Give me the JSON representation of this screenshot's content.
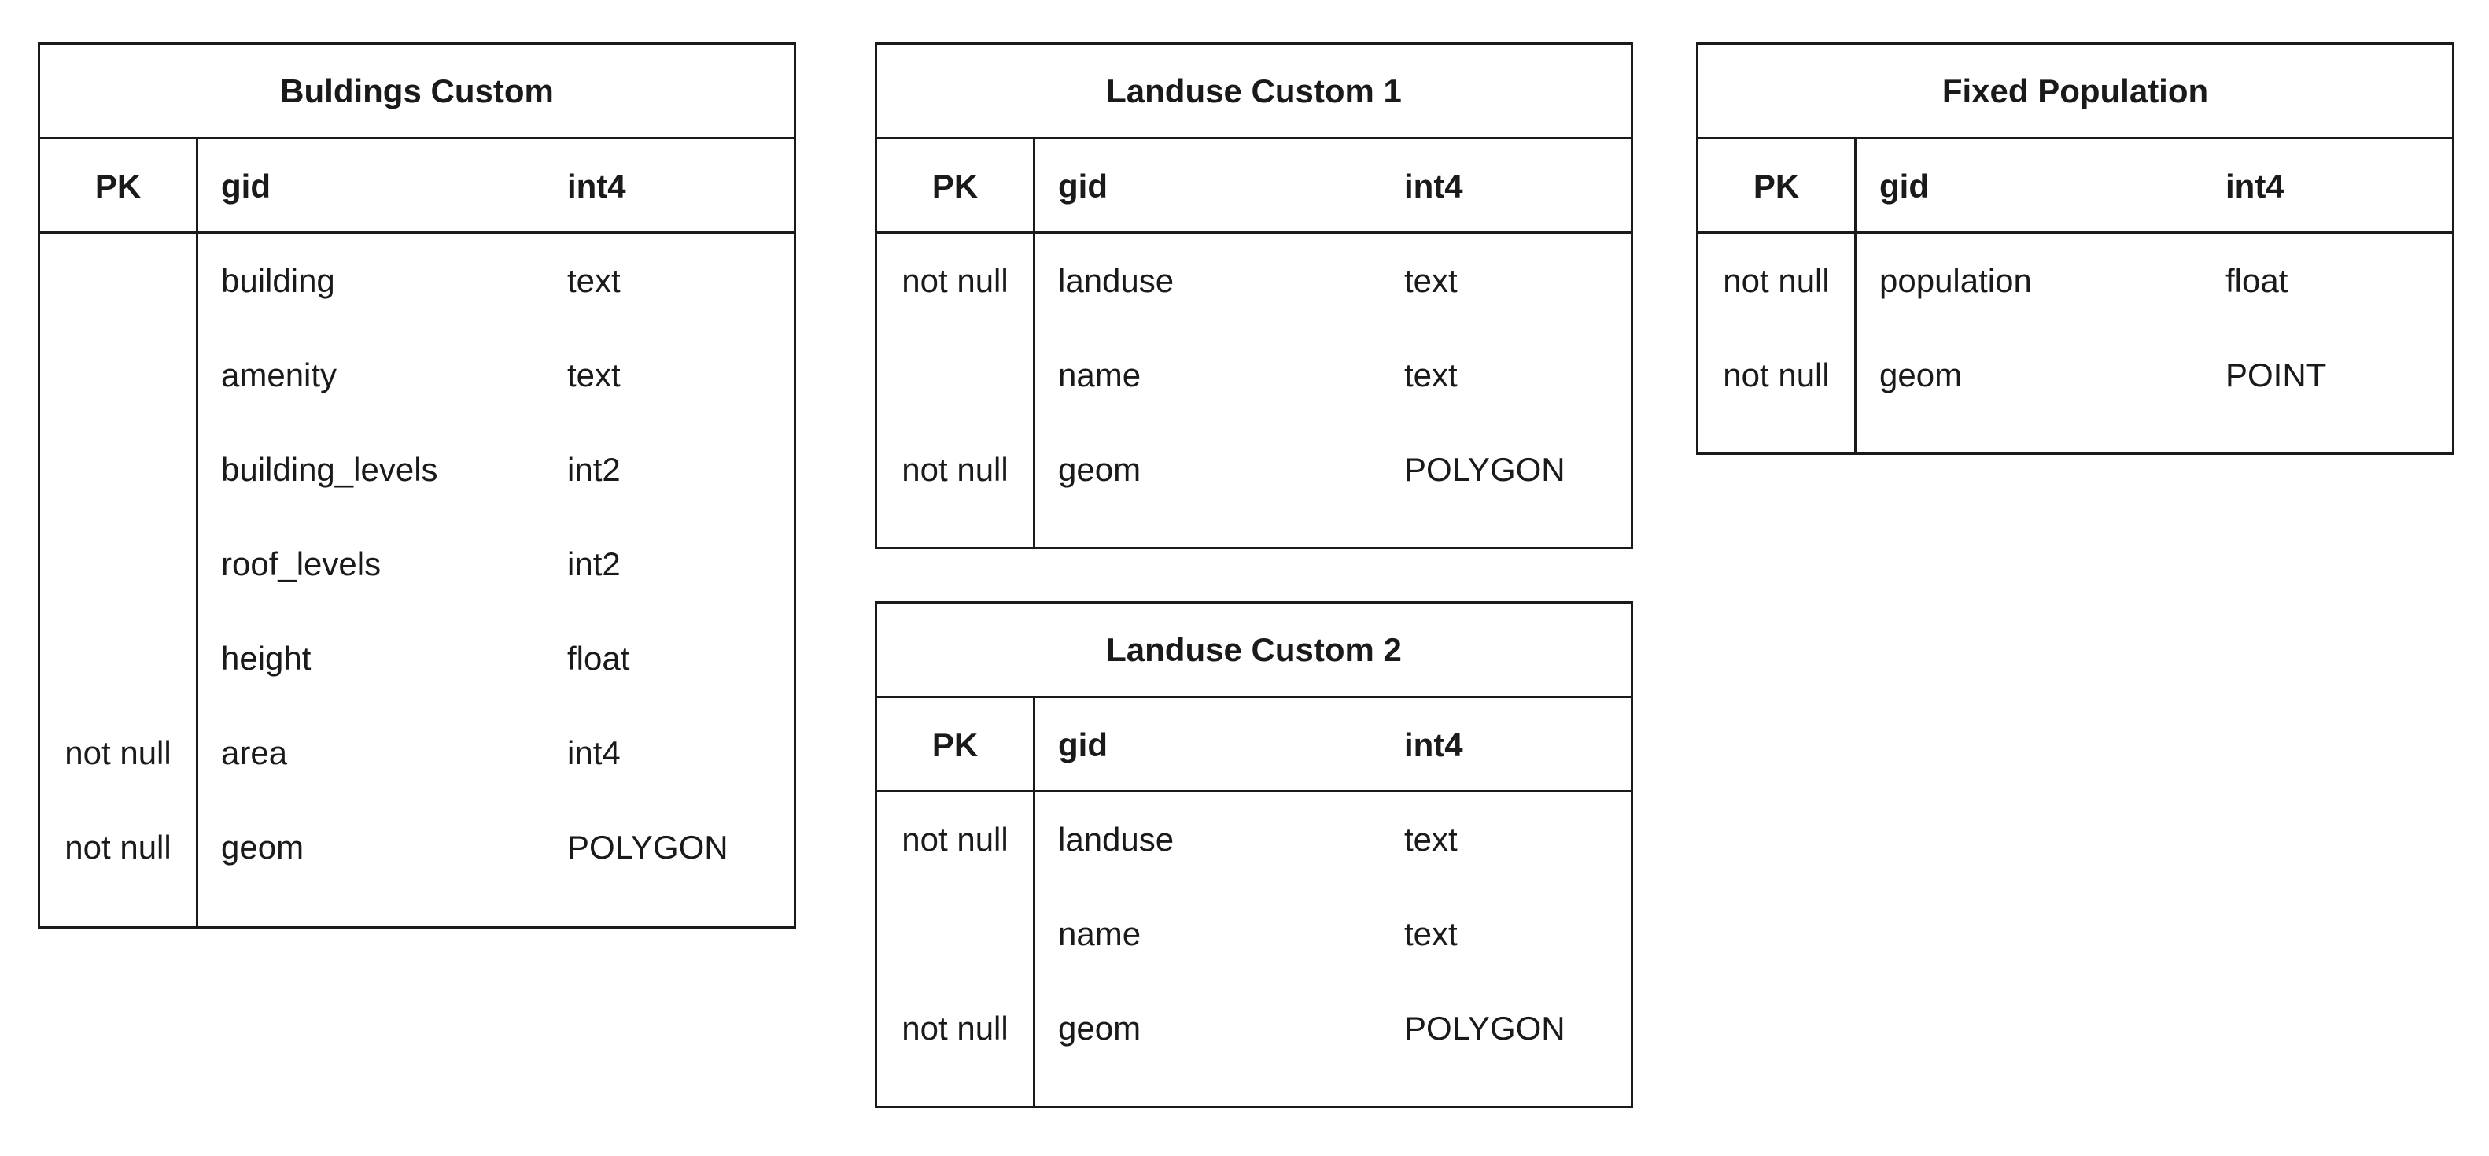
{
  "entities": [
    {
      "id": "buildings-custom",
      "title": "Buldings Custom",
      "pk": {
        "key": "PK",
        "name": "gid",
        "type": "int4"
      },
      "columns": [
        {
          "constraint": "",
          "name": "building",
          "type": "text"
        },
        {
          "constraint": "",
          "name": "amenity",
          "type": "text"
        },
        {
          "constraint": "",
          "name": "building_levels",
          "type": "int2"
        },
        {
          "constraint": "",
          "name": "roof_levels",
          "type": "int2"
        },
        {
          "constraint": "",
          "name": "height",
          "type": "float"
        },
        {
          "constraint": "not null",
          "name": "area",
          "type": "int4"
        },
        {
          "constraint": "not null",
          "name": "geom",
          "type": "POLYGON"
        }
      ]
    },
    {
      "id": "landuse-custom-1",
      "title": "Landuse Custom 1",
      "pk": {
        "key": "PK",
        "name": "gid",
        "type": "int4"
      },
      "columns": [
        {
          "constraint": "not null",
          "name": "landuse",
          "type": "text"
        },
        {
          "constraint": "",
          "name": "name",
          "type": "text"
        },
        {
          "constraint": "not null",
          "name": "geom",
          "type": "POLYGON"
        }
      ]
    },
    {
      "id": "landuse-custom-2",
      "title": "Landuse Custom 2",
      "pk": {
        "key": "PK",
        "name": "gid",
        "type": "int4"
      },
      "columns": [
        {
          "constraint": "not null",
          "name": "landuse",
          "type": "text"
        },
        {
          "constraint": "",
          "name": "name",
          "type": "text"
        },
        {
          "constraint": "not null",
          "name": "geom",
          "type": "POLYGON"
        }
      ]
    },
    {
      "id": "fixed-population",
      "title": "Fixed Population",
      "pk": {
        "key": "PK",
        "name": "gid",
        "type": "int4"
      },
      "columns": [
        {
          "constraint": "not null",
          "name": "population",
          "type": "float"
        },
        {
          "constraint": "not null",
          "name": "geom",
          "type": "POINT"
        }
      ]
    }
  ]
}
